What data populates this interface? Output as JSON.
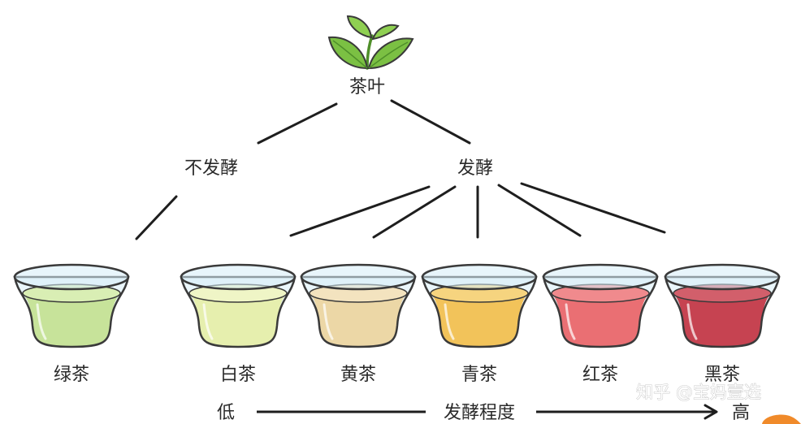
{
  "root": {
    "label": "茶叶",
    "icon": "tea-leaf-sprout-icon"
  },
  "branches": [
    {
      "label": "不发酵"
    },
    {
      "label": "发酵"
    }
  ],
  "teas": [
    {
      "label": "绿茶",
      "group": "不发酵",
      "liquid": "#c7e39a",
      "liquid_top": "#d9eeb4"
    },
    {
      "label": "白茶",
      "group": "发酵",
      "liquid": "#e6efae",
      "liquid_top": "#eff5c6"
    },
    {
      "label": "黄茶",
      "group": "发酵",
      "liquid": "#ecd7a6",
      "liquid_top": "#f3e3bf"
    },
    {
      "label": "青茶",
      "group": "发酵",
      "liquid": "#f2c35a",
      "liquid_top": "#f6d47f"
    },
    {
      "label": "红茶",
      "group": "发酵",
      "liquid": "#ea6f73",
      "liquid_top": "#f08a8d"
    },
    {
      "label": "黑茶",
      "group": "发酵",
      "liquid": "#c64351",
      "liquid_top": "#d25f6b"
    }
  ],
  "scale": {
    "low": "低",
    "title": "发酵程度",
    "high": "高"
  },
  "watermark": "知乎 @宝妈壹选",
  "colors": {
    "line": "#1e1e1e",
    "text": "#2a2a2a",
    "leaf": "#7bc043",
    "leaf_dark": "#4f8f2a",
    "cup_rim": "#d6ecf7",
    "cup_outline": "#3a3a3a"
  }
}
